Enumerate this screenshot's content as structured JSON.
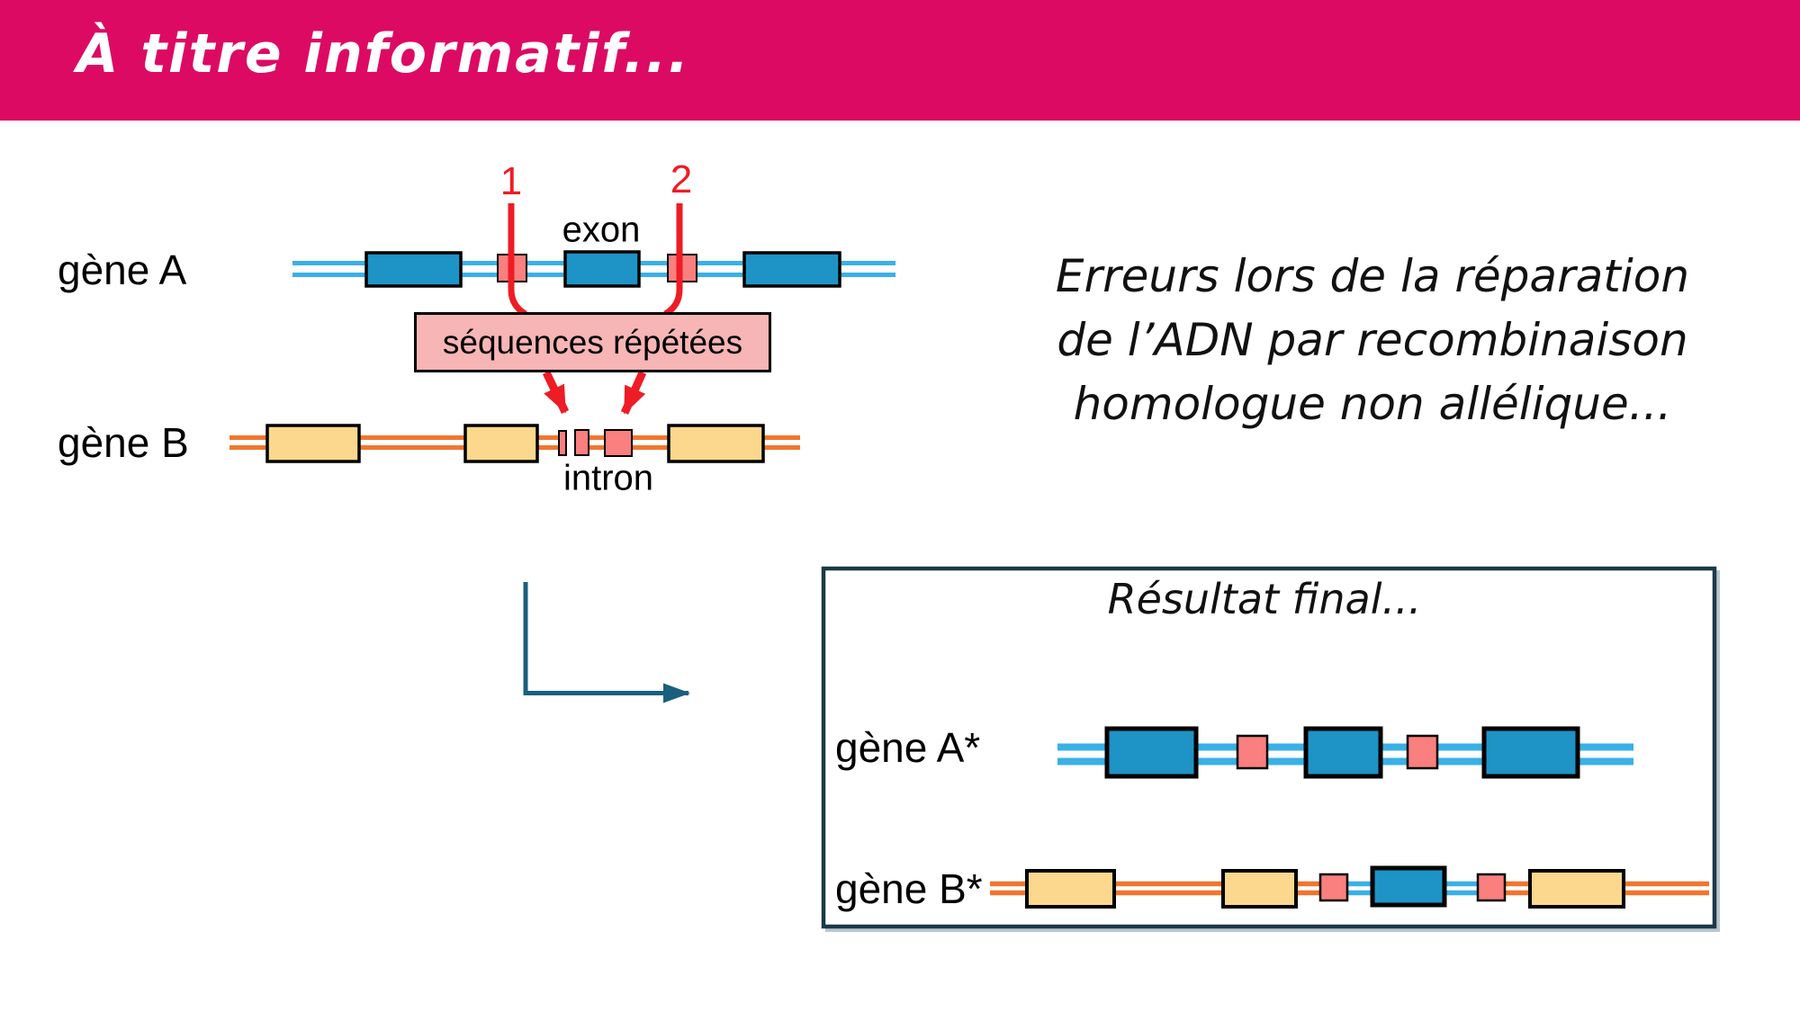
{
  "header": {
    "title": "À titre informatif..."
  },
  "colors": {
    "header_pink": "#DC0A63",
    "accent_red": "#EE1C25",
    "exon_blue": "#1E93C6",
    "dna_blue": "#3AB0E8",
    "dna_orange": "#F0762F",
    "exon_yellow": "#FBD88D",
    "repeat_pink": "#FA7F7F",
    "label_box_pink": "#F7B5B5",
    "connector_teal": "#1B5F7E",
    "frame_navy": "#1C3947"
  },
  "diagram": {
    "gene_a_label": "gène A",
    "gene_b_label": "gène B",
    "marker_1": "1",
    "marker_2": "2",
    "exon_label": "exon",
    "intron_label": "intron",
    "repeated_sequences_label": "séquences répétées"
  },
  "note": {
    "lines": [
      "Erreurs lors de la réparation",
      "de l’ADN par recombinaison",
      "homologue non allélique..."
    ]
  },
  "result": {
    "title": "Résultat final...",
    "gene_a_star_label": "gène A*",
    "gene_b_star_label": "gène B*"
  }
}
